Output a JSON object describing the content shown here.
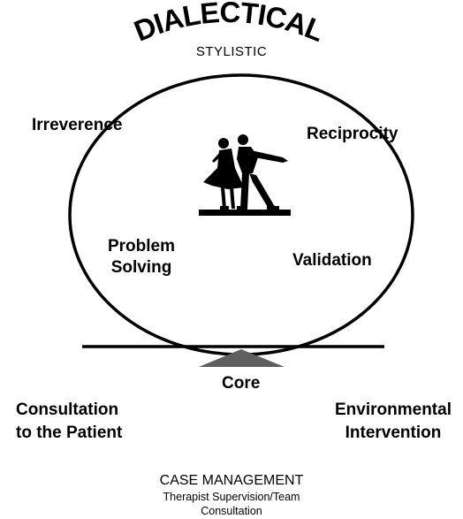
{
  "title": {
    "main": "DIALECTICAL",
    "sub": "STYLISTIC"
  },
  "labels": {
    "irreverence": "Irreverence",
    "reciprocity": "Reciprocity",
    "problem_solving_line1": "Problem",
    "problem_solving_line2": "Solving",
    "validation": "Validation",
    "core": "Core",
    "consultation_line1": "Consultation",
    "consultation_line2": "to the Patient",
    "environmental_line1": "Environmental",
    "environmental_line2": "Intervention"
  },
  "footer": {
    "title": "CASE MANAGEMENT",
    "line1": "Therapist Supervision/Team",
    "line2": "Consultation"
  },
  "icons": {
    "dancers": "dancing-couple-icon",
    "fulcrum": "fulcrum-triangle"
  },
  "colors": {
    "ink": "#000000",
    "fulcrum": "#5f5f5f",
    "background": "#ffffff"
  }
}
